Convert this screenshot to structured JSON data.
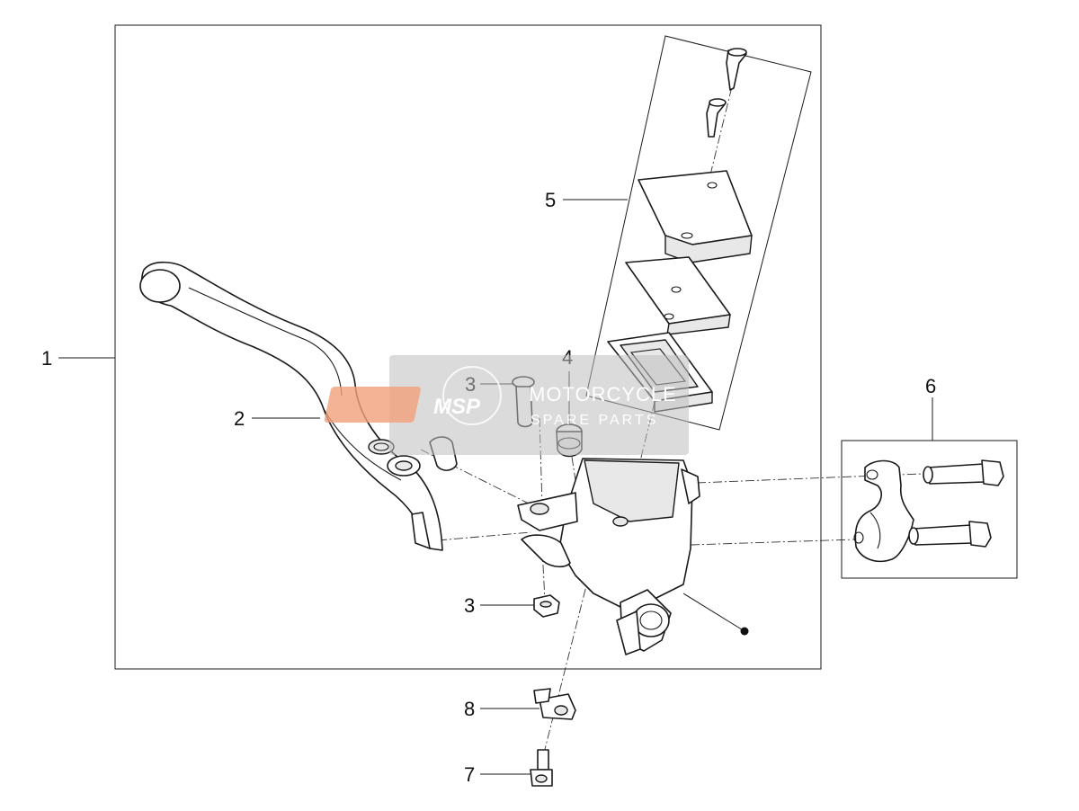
{
  "callouts": [
    {
      "id": "1",
      "label": "1"
    },
    {
      "id": "2",
      "label": "2"
    },
    {
      "id": "3a",
      "label": "3"
    },
    {
      "id": "4",
      "label": "4"
    },
    {
      "id": "5",
      "label": "5"
    },
    {
      "id": "6",
      "label": "6"
    },
    {
      "id": "3b",
      "label": "3"
    },
    {
      "id": "8",
      "label": "8"
    },
    {
      "id": "7",
      "label": "7"
    }
  ],
  "watermark": {
    "logo": "MSP",
    "line1": "MOTORCYCLE",
    "line2": "SPARE PARTS"
  },
  "colors": {
    "line": "#1a1a1a",
    "watermark": "#bdbdbd",
    "logo_accent": "#f2a07b"
  }
}
